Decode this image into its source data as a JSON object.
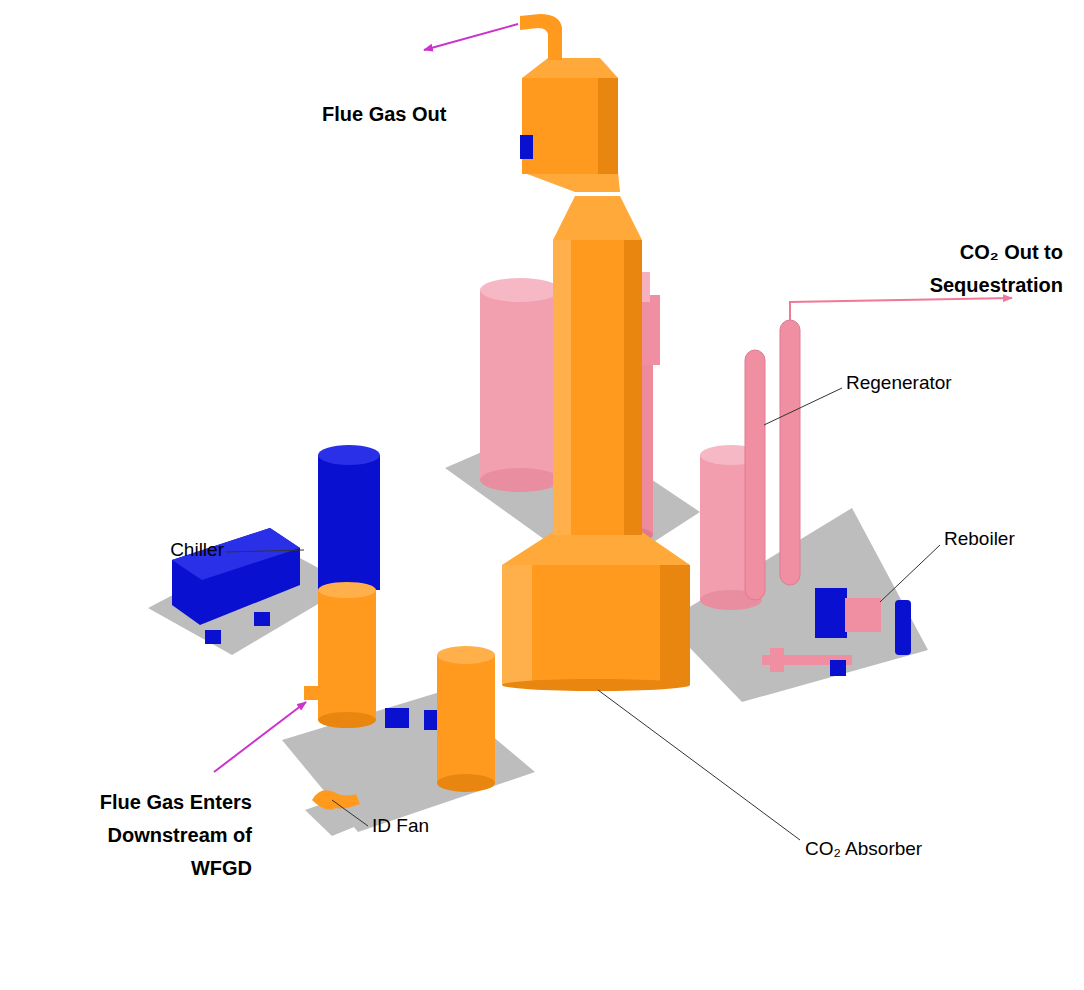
{
  "diagram": {
    "labels": [
      "Flue Gas Out",
      "CO₂ Out to Sequestration",
      "Regenerator",
      "Reboiler",
      "Chiller",
      "CO₂ Absorber",
      "ID Fan",
      "Flue Gas Enters Downstream of WFGD"
    ]
  }
}
